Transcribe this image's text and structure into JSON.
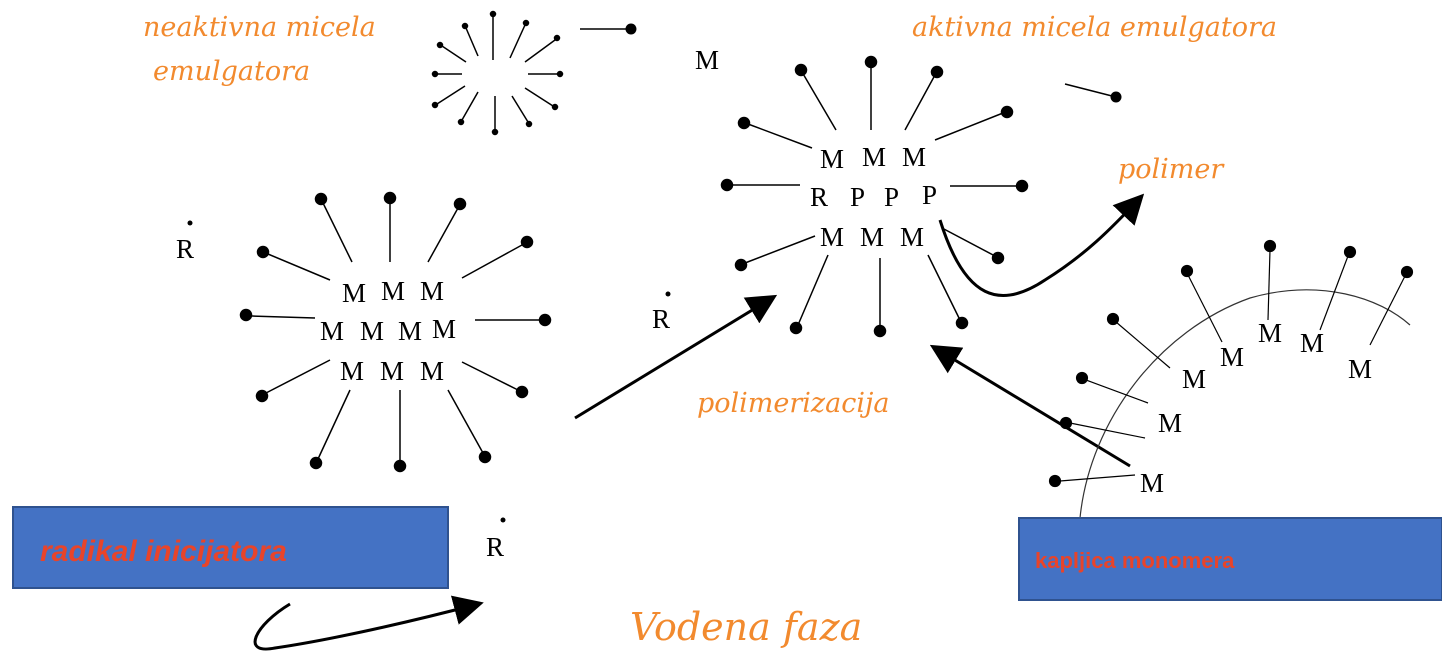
{
  "labels": {
    "inactive_micelle_line1": "neaktivna micela",
    "inactive_micelle_line2": "emulgatora",
    "active_micelle": "aktivna micela emulgatora",
    "polymer": "polimer",
    "polymerization": "polimerizacija",
    "aqueous_phase": "Vodena faza",
    "initiator_radical_box": "radikal inicijatora",
    "monomer_droplet_box": "kapljica monomera"
  },
  "symbols": {
    "monomer": "M",
    "radical": "R",
    "polymer_unit": "P"
  },
  "colors": {
    "label_orange": "#f28a2e",
    "box_blue": "#4472c4",
    "box_text_red": "#e8442a",
    "ink": "#000000"
  }
}
